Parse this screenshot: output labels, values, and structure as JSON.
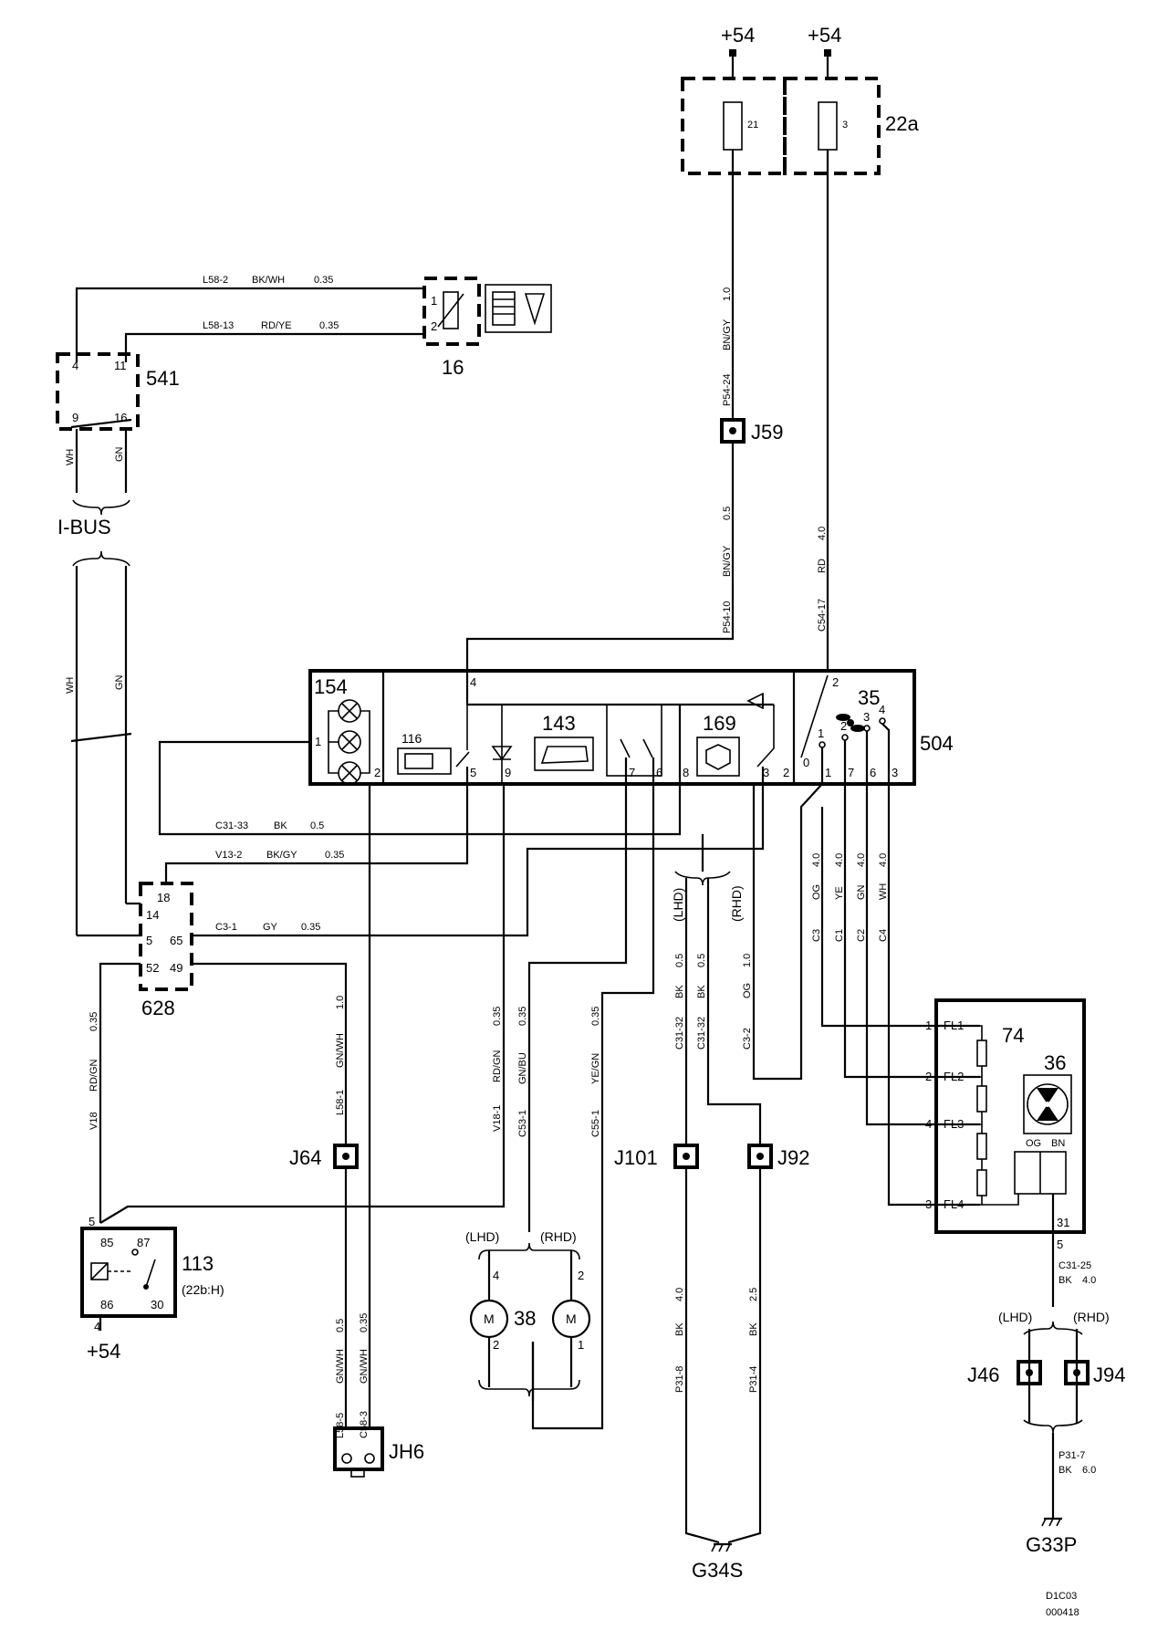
{
  "supplies": {
    "top_left": "+54",
    "top_right": "+54",
    "relay_supply": "+54"
  },
  "fuse_box": {
    "id": "22a",
    "fuse_left": "21",
    "fuse_right": "3"
  },
  "components": {
    "sensor": "16",
    "sensor_pin1": "1",
    "sensor_pin2": "2",
    "node541": "541",
    "node541_p4": "4",
    "node541_p11": "11",
    "node541_p9": "9",
    "node541_p16": "16",
    "ibus": "I-BUS",
    "node628": "628",
    "node628_p18": "18",
    "node628_p14": "14",
    "node628_p5": "5",
    "node628_p65": "65",
    "node628_p52": "52",
    "node628_p49": "49",
    "panel504": "504",
    "lamp154": "154",
    "sw116": "116",
    "sw143": "143",
    "sw169": "169",
    "fan35": "35",
    "relay113": "113",
    "relay113_sub": "(22b:H)",
    "relay_p85": "85",
    "relay_p87": "87",
    "relay_p86": "86",
    "relay_p30": "30",
    "relay_p5": "5",
    "relay_p4": "4",
    "motor38": "38",
    "motor_letter": "M",
    "unit74": "74",
    "fan36": "36",
    "fl1": "FL1",
    "fl2": "FL2",
    "fl3": "FL3",
    "fl4": "FL4",
    "og": "OG",
    "bn": "BN"
  },
  "panel_pins": {
    "p1a": "1",
    "p2a": "2",
    "p5": "5",
    "p9": "9",
    "p7": "7",
    "p6": "6",
    "p8": "8",
    "p3a": "3",
    "p2b": "2",
    "p1b": "1",
    "p7b": "7",
    "p6b": "6",
    "p3b": "3",
    "p4": "4",
    "p2top": "2",
    "p0": "0",
    "s1": "1",
    "s2": "2",
    "s3": "3",
    "s4": "4"
  },
  "unit74_pins": {
    "u1": "1",
    "u2": "2",
    "u4": "4",
    "u3": "3",
    "u31": "31",
    "u5": "5"
  },
  "junctions": {
    "j59": "J59",
    "j64": "J64",
    "j101": "J101",
    "j92": "J92",
    "j46": "J46",
    "j94": "J94",
    "jh6": "JH6"
  },
  "grounds": {
    "g34s": "G34S",
    "g33p": "G33P"
  },
  "variants": {
    "lhd": "(LHD)",
    "rhd": "(RHD)"
  },
  "wire_labels": {
    "l58_2": "L58-2",
    "l58_2c": "BK/WH",
    "l58_2s": "0.35",
    "l58_13": "L58-13",
    "l58_13c": "RD/YE",
    "l58_13s": "0.35",
    "wh": "WH",
    "gn": "GN",
    "p54_24": "P54-24",
    "bn_gy": "BN/GY",
    "s1_0": "1.0",
    "p54_10": "P54-10",
    "s0_5": "0.5",
    "c54_17": "C54-17",
    "rd": "RD",
    "s4_0": "4.0",
    "c31_33": "C31-33",
    "bk": "BK",
    "s05": "0.5",
    "v13_2": "V13-2",
    "bk_gy": "BK/GY",
    "s035": "0.35",
    "c3_1": "C3-1",
    "gy": "GY",
    "v18": "V18",
    "rd_gn": "RD/GN",
    "l58_1": "L58-1",
    "gn_wh": "GN/WH",
    "s10": "1.0",
    "v18_1": "V18-1",
    "c53_1": "C53-1",
    "gn_bu": "GN/BU",
    "c55_1": "C55-1",
    "ye_gn": "YE/GN",
    "c31_32": "C31-32",
    "c3_2": "C3-2",
    "og": "OG",
    "c3": "C3",
    "c1": "C1",
    "c2": "C2",
    "c4": "C4",
    "ye": "YE",
    "l58_5": "L58-5",
    "c58_3": "C58-3",
    "p31_8": "P31-8",
    "p31_4": "P31-4",
    "s2_5": "2.5",
    "c31_25": "C31-25",
    "p31_7": "P31-7",
    "s6_0": "6.0"
  },
  "footer": {
    "code1": "D1C03",
    "code2": "000418"
  }
}
